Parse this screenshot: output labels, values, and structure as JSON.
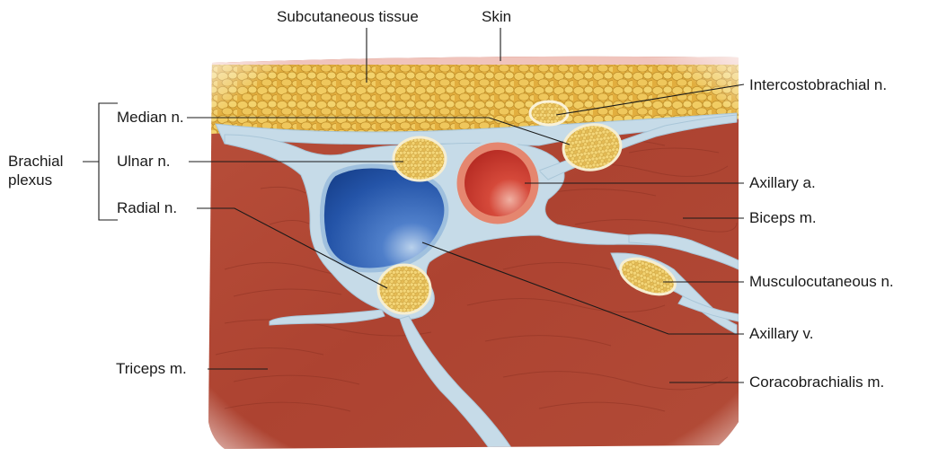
{
  "labels": {
    "subcutaneous": "Subcutaneous tissue",
    "skin": "Skin",
    "intercostobrachial": "Intercostobrachial n.",
    "median": "Median n.",
    "ulnar": "Ulnar n.",
    "radial": "Radial n.",
    "brachial_line1": "Brachial",
    "brachial_line2": "plexus",
    "axillary_a": "Axillary a.",
    "biceps": "Biceps m.",
    "musculocutaneous": "Musculocutaneous n.",
    "axillary_v": "Axillary v.",
    "triceps": "Triceps m.",
    "coracobrachialis": "Coracobrachialis m."
  },
  "colors": {
    "skin": "#f2c8c0",
    "fat": "#e9bb4a",
    "muscle": "#b44a36",
    "fascia": "#c9dde9",
    "artery": "#c8342c",
    "vein": "#2f5fae",
    "nerve": "#e9c667"
  }
}
